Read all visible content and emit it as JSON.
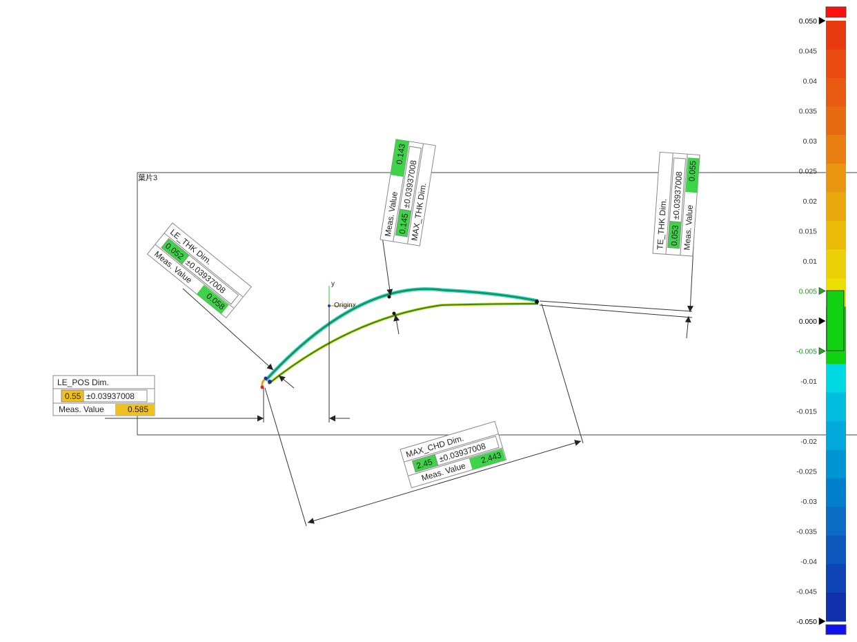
{
  "section": {
    "label": "葉片3"
  },
  "origin": {
    "label": "Origin",
    "x_axis": "x",
    "y_axis": "y"
  },
  "callouts": [
    {
      "id": "le-pos",
      "title": "LE_POS Dim.",
      "nominal": "0.55",
      "tol": "±0.03937008",
      "meas_label": "Meas. Value",
      "meas": "0.585",
      "nominal_color": "#f0c020",
      "meas_color": "#f0c020"
    },
    {
      "id": "le-thk",
      "title": "LE_THK Dim.",
      "nominal": "0.052",
      "tol": "±0.03937008",
      "meas_label": "Meas. Value",
      "meas": "0.058",
      "nominal_color": "#3fd34a",
      "meas_color": "#3fd34a"
    },
    {
      "id": "max-thk",
      "title": "MAX_THK Dim.",
      "nominal": "0.145",
      "tol": "±0.03937008",
      "meas_label": "Meas. Value",
      "meas": "0.143",
      "nominal_color": "#3fd34a",
      "meas_color": "#3fd34a"
    },
    {
      "id": "te-thk",
      "title": "TE_THK Dim.",
      "nominal": "0.053",
      "tol": "±0.03937008",
      "meas_label": "Meas. Value",
      "meas": "0.055",
      "nominal_color": "#3fd34a",
      "meas_color": "#3fd34a"
    },
    {
      "id": "max-chd",
      "title": "MAX_CHD Dim.",
      "nominal": "2.45",
      "tol": "±0.03937008",
      "meas_label": "Meas. Value",
      "meas": "2.443",
      "nominal_color": "#3fd34a",
      "meas_color": "#3fd34a"
    }
  ],
  "color_scale": {
    "max": 0.05,
    "min": -0.05,
    "labels": [
      "0.050",
      "0.045",
      "0.04",
      "0.035",
      "0.03",
      "0.025",
      "0.02",
      "0.015",
      "0.01",
      "0.005",
      "0.000",
      "-0.005",
      "-0.01",
      "-0.015",
      "-0.02",
      "-0.025",
      "-0.03",
      "-0.035",
      "-0.04",
      "-0.045",
      "-0.050"
    ],
    "label_values": [
      0.05,
      0.045,
      0.04,
      0.035,
      0.03,
      0.025,
      0.02,
      0.015,
      0.01,
      0.005,
      0.0,
      -0.005,
      -0.01,
      -0.015,
      -0.02,
      -0.025,
      -0.03,
      -0.035,
      -0.04,
      -0.045,
      -0.05
    ],
    "band_colors": [
      "#e83a0f",
      "#e84a10",
      "#e85a10",
      "#e86a10",
      "#e87f10",
      "#e89510",
      "#eaa80c",
      "#ecbb08",
      "#eccf04",
      "#eadf00",
      "#10d010",
      "#10d010",
      "#00d8e4",
      "#00bde0",
      "#00a8dc",
      "#0094d4",
      "#0080cc",
      "#0a6cc4",
      "#0d58bc",
      "#0f44b4",
      "#1030ac"
    ],
    "over_color": "#ff1010",
    "under_color": "#1010ee",
    "tolerance_upper": "0.005",
    "tolerance_lower": "-0.005"
  }
}
